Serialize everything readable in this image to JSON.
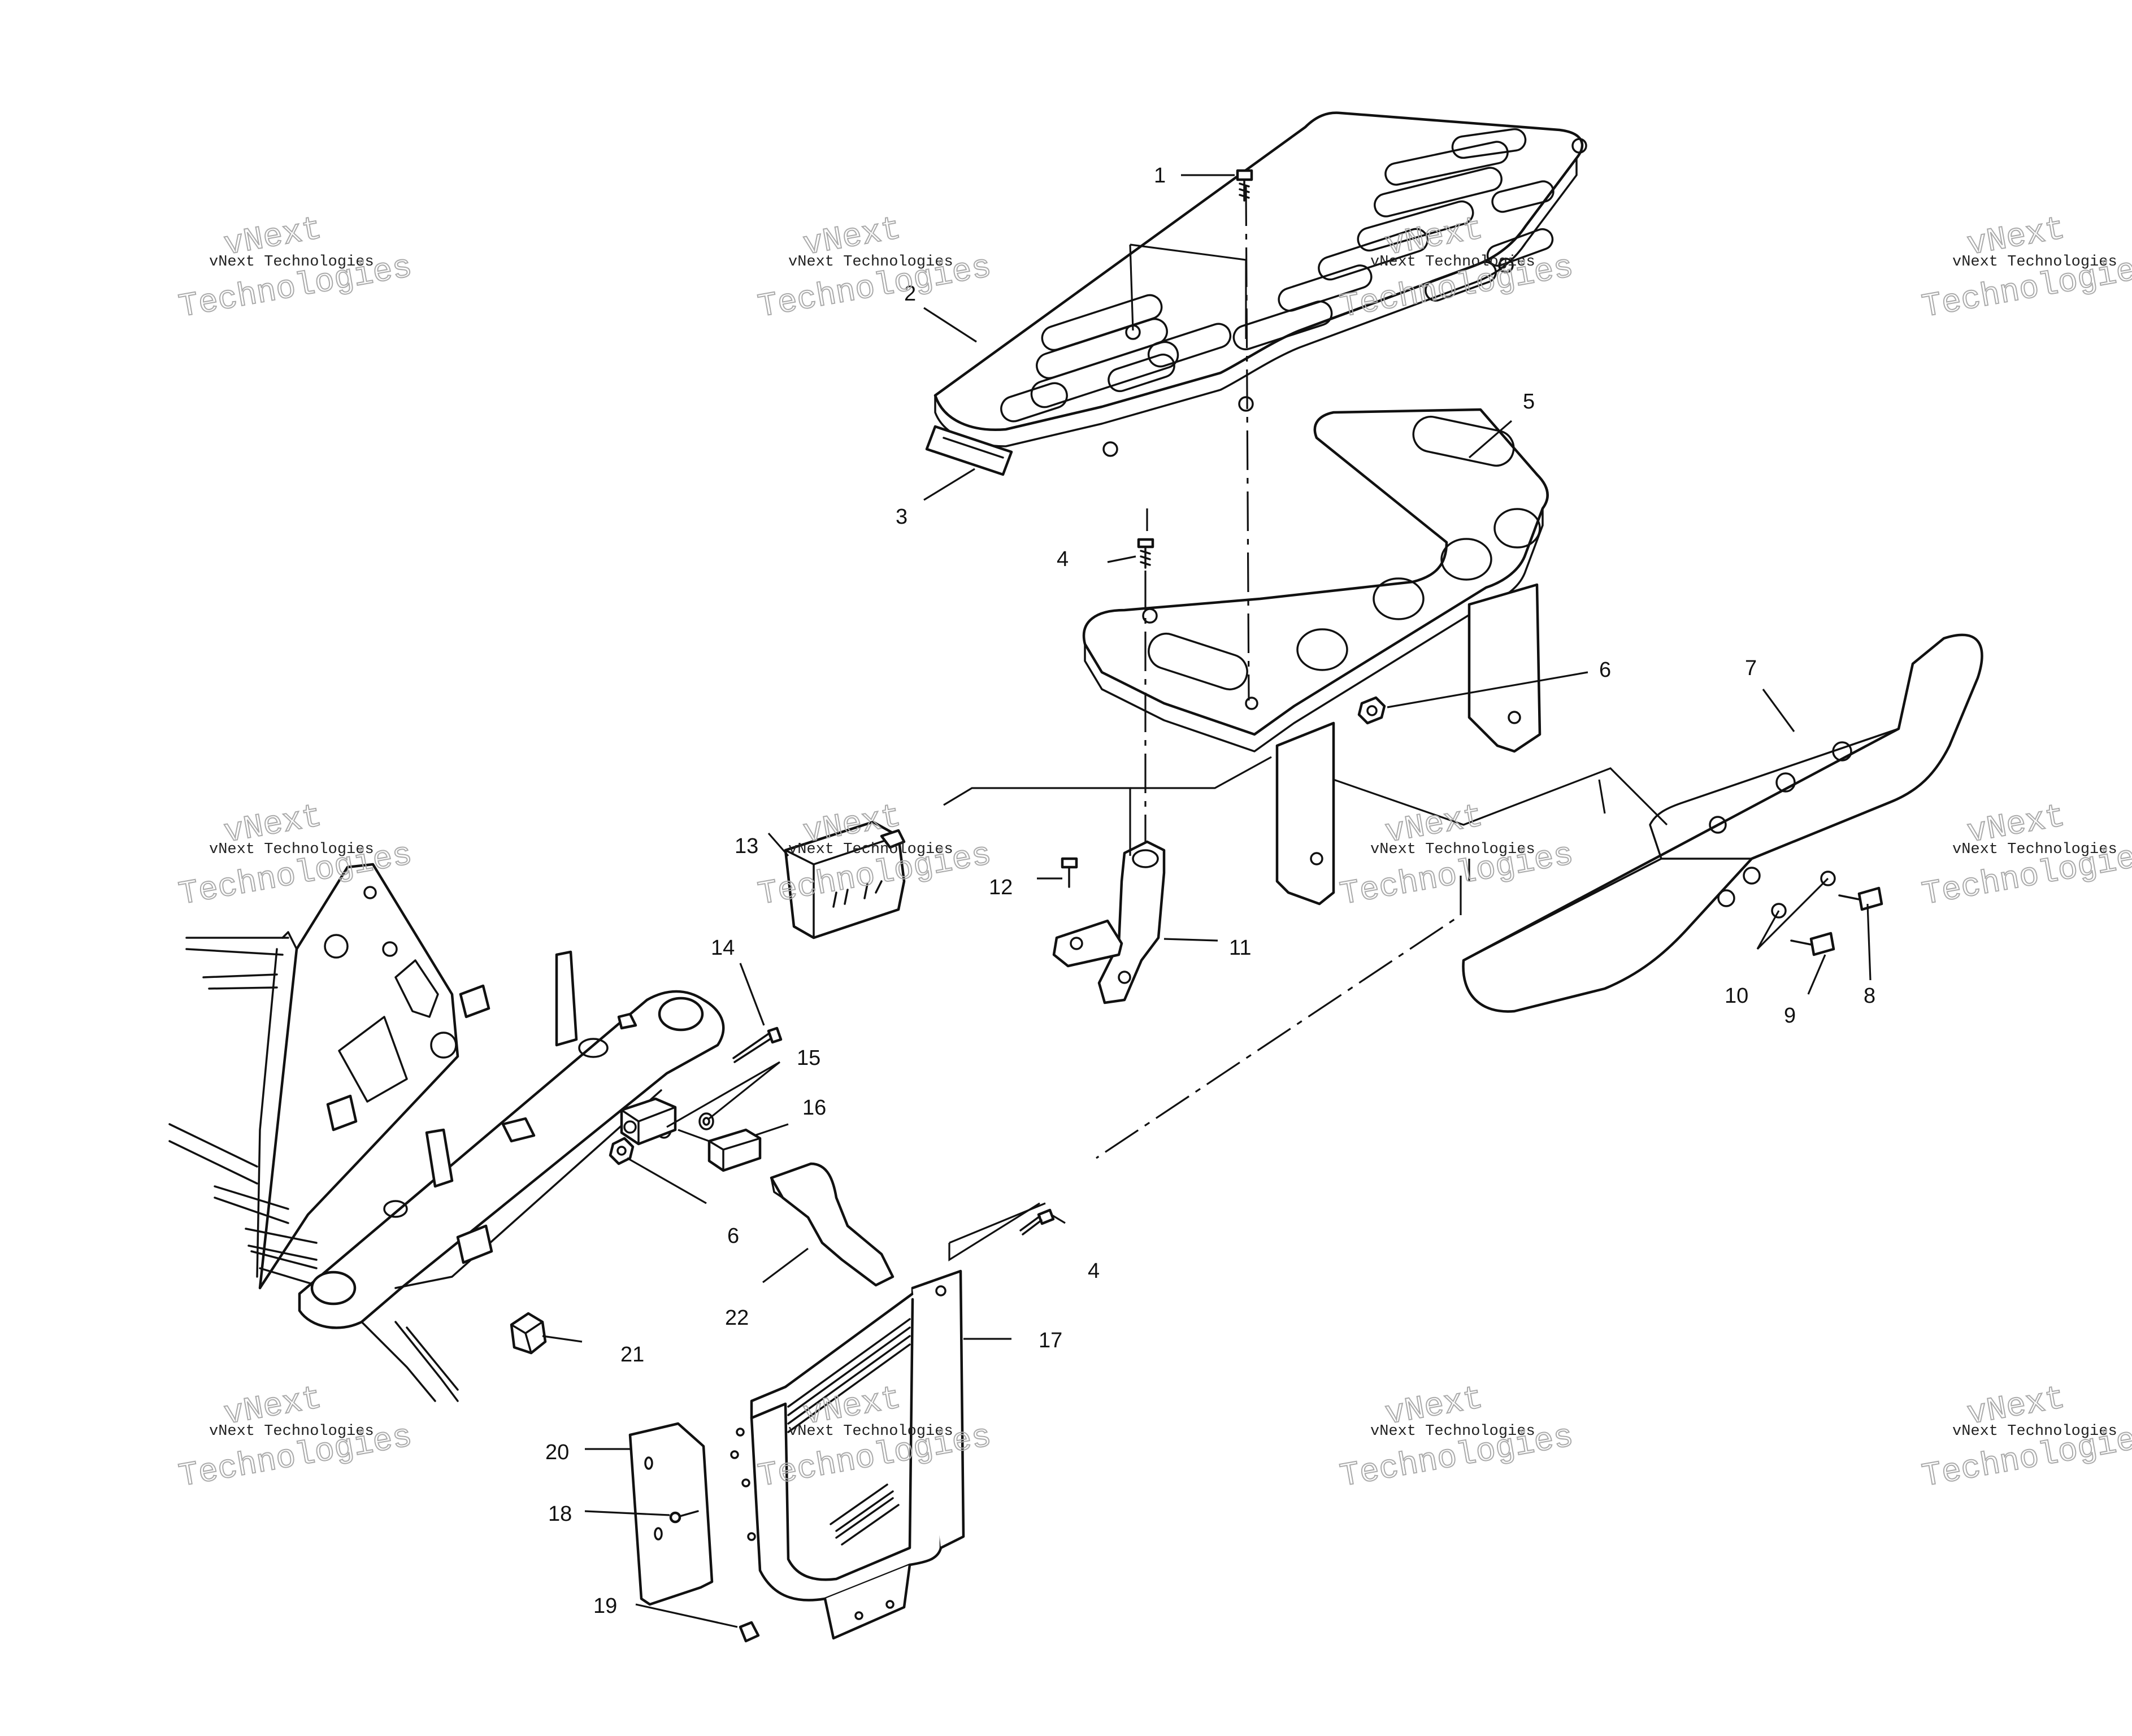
{
  "diagram": {
    "callouts": [
      {
        "id": "c1",
        "label": "1"
      },
      {
        "id": "c2",
        "label": "2"
      },
      {
        "id": "c3",
        "label": "3"
      },
      {
        "id": "c4a",
        "label": "4"
      },
      {
        "id": "c4b",
        "label": "4"
      },
      {
        "id": "c5",
        "label": "5"
      },
      {
        "id": "c6a",
        "label": "6"
      },
      {
        "id": "c6b",
        "label": "6"
      },
      {
        "id": "c7",
        "label": "7"
      },
      {
        "id": "c8",
        "label": "8"
      },
      {
        "id": "c9",
        "label": "9"
      },
      {
        "id": "c10",
        "label": "10"
      },
      {
        "id": "c11",
        "label": "11"
      },
      {
        "id": "c12",
        "label": "12"
      },
      {
        "id": "c13",
        "label": "13"
      },
      {
        "id": "c14",
        "label": "14"
      },
      {
        "id": "c15",
        "label": "15"
      },
      {
        "id": "c16",
        "label": "16"
      },
      {
        "id": "c17",
        "label": "17"
      },
      {
        "id": "c18",
        "label": "18"
      },
      {
        "id": "c19",
        "label": "19"
      },
      {
        "id": "c20",
        "label": "20"
      },
      {
        "id": "c21",
        "label": "21"
      },
      {
        "id": "c22",
        "label": "22"
      }
    ],
    "watermark": {
      "line_small": "vNext Technologies",
      "line_big_1": "vNext",
      "line_big_2": "Technologies"
    }
  }
}
